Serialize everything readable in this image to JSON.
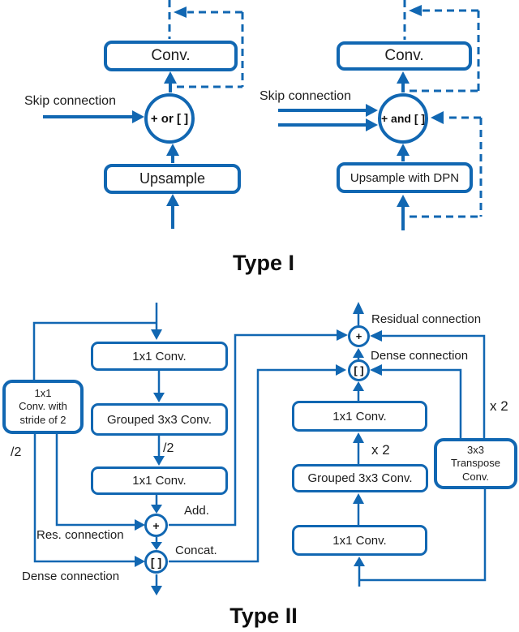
{
  "colors": {
    "line_blue": "#1167b2",
    "text": "#1c1c1c",
    "background": "#ffffff"
  },
  "type1": {
    "title": "Type I",
    "left": {
      "skip_label": "Skip connection",
      "conv_box": "Conv.",
      "merge_circle": "+ or [ ]",
      "upsample_box": "Upsample"
    },
    "right": {
      "skip_label": "Skip connection",
      "conv_box": "Conv.",
      "merge_circle": "+ and [ ]",
      "upsample_box": "Upsample with DPN"
    }
  },
  "type2": {
    "title": "Type II",
    "left": {
      "conv_top_box": "1x1 Conv.",
      "grouped_conv_box": "Grouped 3x3 Conv.",
      "conv_bottom_box": "1x1 Conv.",
      "stride_box": {
        "line1": "1x1",
        "line2": "Conv. with",
        "line3": "stride of 2"
      },
      "downscale_left": "/2",
      "downscale_mid": "/2",
      "add_symbol": "+",
      "concat_symbol": "[ ]",
      "add_label": "Add.",
      "concat_label": "Concat.",
      "res_label": "Res. connection",
      "dense_label": "Dense connection"
    },
    "right": {
      "residual_label": "Residual connection",
      "dense_label": "Dense connection",
      "add_symbol": "+",
      "concat_symbol": "[ ]",
      "conv_top_box": "1x1 Conv.",
      "grouped_conv_box": "Grouped 3x3 Conv.",
      "conv_bottom_box": "1x1 Conv.",
      "x2_mid": "x 2",
      "x2_right": "x 2",
      "transpose_box": {
        "line1": "3x3",
        "line2": "Transpose",
        "line3": "Conv."
      }
    }
  }
}
